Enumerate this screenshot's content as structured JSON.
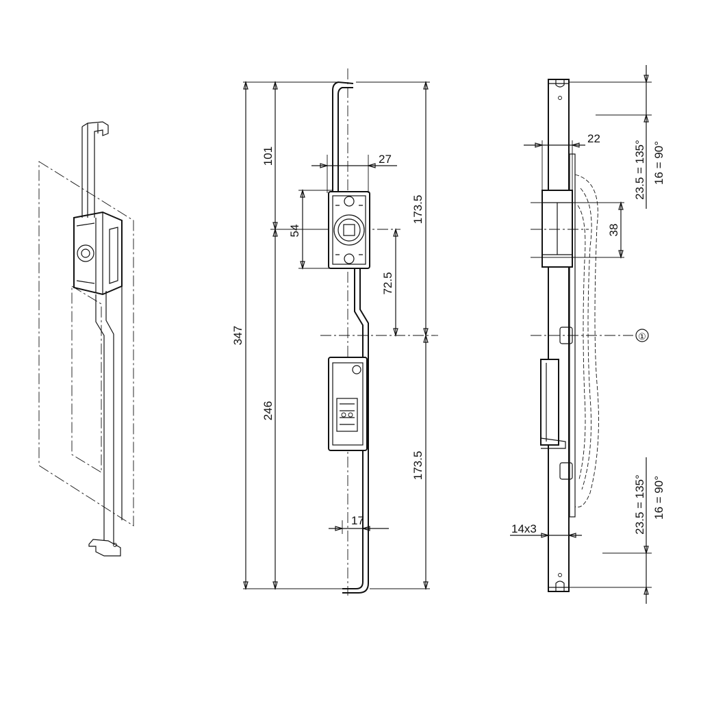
{
  "drawing": {
    "views": [
      "isometric-view",
      "front-view",
      "side-view"
    ],
    "front_view": {
      "dim_overall_height": "347",
      "dim_top_to_center": "101",
      "dim_lower_part": "246",
      "dim_upper_half": "173.5",
      "dim_lower_half": "173.5",
      "dim_bar_offset": "27",
      "dim_housing_height": "54",
      "dim_center_offset": "72.5",
      "dim_bar_width": "17"
    },
    "side_view": {
      "dim_depth": "22",
      "dim_cam_height": "38",
      "dim_bar_section": "14x3",
      "angle_upper_1": "23.5 = 135°",
      "angle_upper_2": "16 = 90°",
      "angle_lower_1": "23.5 = 135°",
      "angle_lower_2": "16 = 90°",
      "callout_1": "①"
    }
  }
}
